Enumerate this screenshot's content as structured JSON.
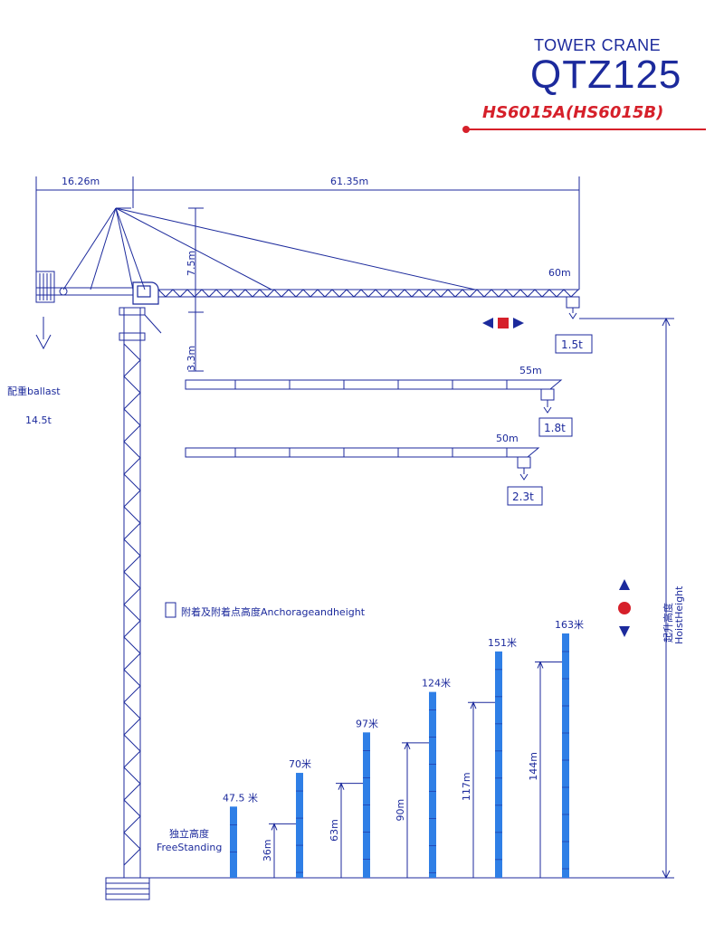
{
  "header": {
    "subtitle": "TOWER CRANE",
    "model": "QTZ125",
    "variant": "HS6015A(HS6015B)"
  },
  "dimensions": {
    "counter_jib": "16.26m",
    "jib_span": "61.35m",
    "tower_head": "7.5m",
    "jib_height": "3.3m"
  },
  "ballast": {
    "label": "配重ballast",
    "weight": "14.5t"
  },
  "jibs": [
    {
      "length": "60m",
      "tip_load": "1.5t"
    },
    {
      "length": "55m",
      "tip_load": "1.8t"
    },
    {
      "length": "50m",
      "tip_load": "2.3t"
    }
  ],
  "legend": {
    "anchorage": "附着及附着点高度Anchorageandheight"
  },
  "hoist": {
    "label_cn": "起升高度",
    "label_en": "HoistHeight"
  },
  "free_standing": {
    "label_cn": "独立高度",
    "label_en": "FreeStanding"
  },
  "chart_data": {
    "type": "bar",
    "categories": [
      "47.5 米",
      "70米",
      "97米",
      "124米",
      "151米",
      "163米"
    ],
    "values": [
      47.5,
      70,
      97,
      124,
      151,
      163
    ],
    "anchorage_heights": [
      null,
      "36m",
      "63m",
      "90m",
      "117m",
      "144m"
    ],
    "anchorage_values": [
      null,
      36,
      63,
      90,
      117,
      144
    ],
    "colors": {
      "bar": "#2f7fe6",
      "line": "#1c2a9c",
      "accent": "#d6202a"
    }
  }
}
